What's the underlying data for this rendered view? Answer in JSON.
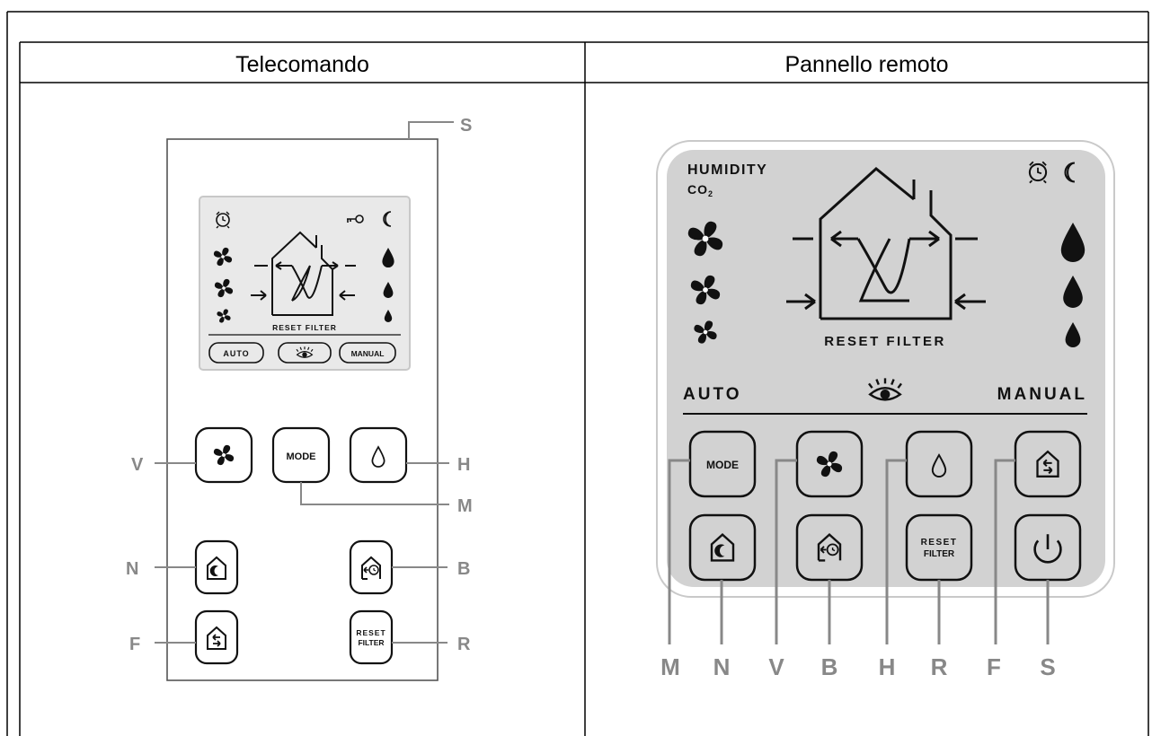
{
  "table": {
    "col1_header": "Telecomando",
    "col2_header": "Pannello remoto"
  },
  "remote": {
    "lcd": {
      "reset_filter": "RESET FILTER",
      "auto": "AUTO",
      "manual": "MANUAL"
    },
    "buttons": {
      "mode": "MODE",
      "reset": "RESET",
      "filter": "FILTER"
    },
    "callouts": {
      "s": "S",
      "v": "V",
      "h": "H",
      "m": "M",
      "n": "N",
      "b": "B",
      "f": "F",
      "r": "R"
    }
  },
  "panel": {
    "humidity": "HUMIDITY",
    "co2": "CO",
    "co2_sub": "2",
    "reset_filter": "RESET FILTER",
    "auto": "AUTO",
    "manual": "MANUAL",
    "buttons": {
      "mode": "MODE",
      "reset": "RESET",
      "filter": "FILTER"
    },
    "callouts": {
      "m": "M",
      "n": "N",
      "v": "V",
      "b": "B",
      "h": "H",
      "r": "R",
      "f": "F",
      "s": "S"
    }
  }
}
